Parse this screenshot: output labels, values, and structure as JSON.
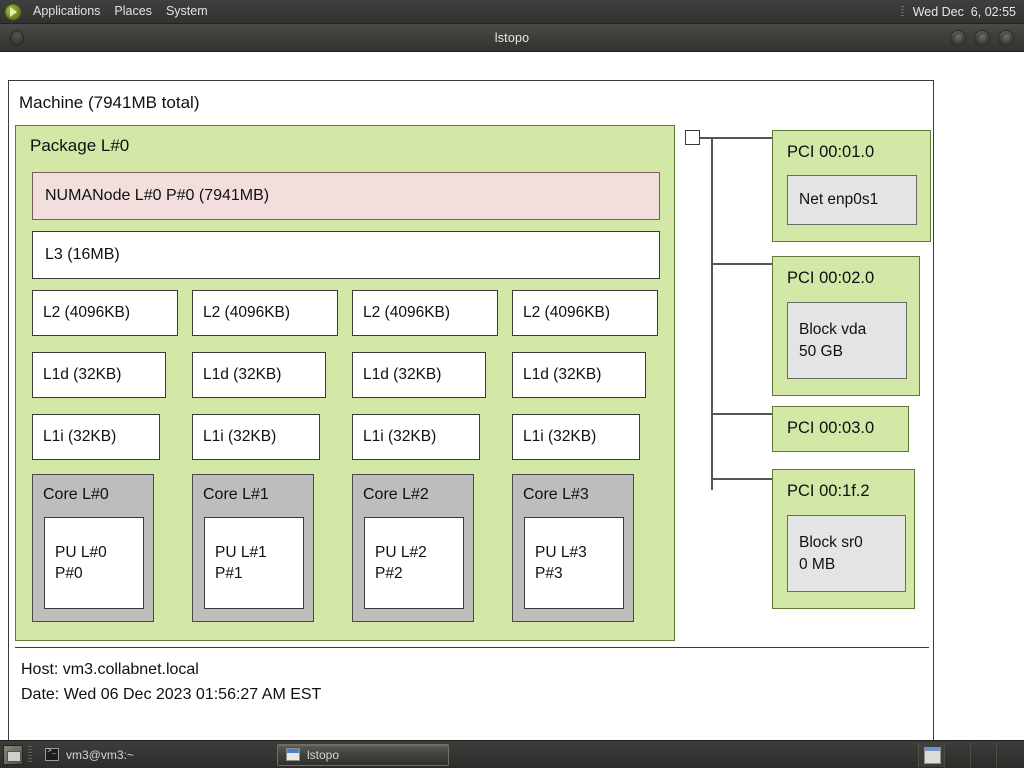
{
  "top_panel": {
    "logo_icon": "gnome-foot-icon",
    "menus": [
      "Applications",
      "Places",
      "System"
    ],
    "clock": "Wed Dec  6, 02:55"
  },
  "window": {
    "title": "lstopo",
    "buttons": [
      {
        "name": "minimize-button",
        "icon": "minimize-icon"
      },
      {
        "name": "maximize-button",
        "icon": "maximize-icon"
      },
      {
        "name": "close-button",
        "icon": "close-icon"
      }
    ]
  },
  "topology": {
    "machine_label": "Machine (7941MB total)",
    "package_label": "Package L#0",
    "numa_label": "NUMANode L#0 P#0 (7941MB)",
    "l3_label": "L3 (16MB)",
    "l2": [
      "L2 (4096KB)",
      "L2 (4096KB)",
      "L2 (4096KB)",
      "L2 (4096KB)"
    ],
    "l1d": [
      "L1d (32KB)",
      "L1d (32KB)",
      "L1d (32KB)",
      "L1d (32KB)"
    ],
    "l1i": [
      "L1i (32KB)",
      "L1i (32KB)",
      "L1i (32KB)",
      "L1i (32KB)"
    ],
    "cores": [
      {
        "label": "Core L#0",
        "pu": "PU L#0\nP#0"
      },
      {
        "label": "Core L#1",
        "pu": "PU L#1\nP#1"
      },
      {
        "label": "Core L#2",
        "pu": "PU L#2\nP#2"
      },
      {
        "label": "Core L#3",
        "pu": "PU L#3\nP#3"
      }
    ],
    "pci": [
      {
        "label": "PCI 00:01.0",
        "child": "Net enp0s1"
      },
      {
        "label": "PCI 00:02.0",
        "child": "Block vda\n50 GB"
      },
      {
        "label": "PCI 00:03.0",
        "child": null
      },
      {
        "label": "PCI 00:1f.2",
        "child": "Block sr0\n0 MB"
      }
    ],
    "footer": "Host: vm3.collabnet.local\nDate: Wed 06 Dec 2023 01:56:27 AM EST"
  },
  "taskbar": {
    "show_desktop_icon": "show-desktop-icon",
    "tasks": [
      {
        "label": "vm3@vm3:~",
        "icon": "terminal-icon",
        "active": false
      },
      {
        "label": "lstopo",
        "icon": "window-icon",
        "active": true
      }
    ]
  },
  "colors": {
    "package_green": "#d3e8a7",
    "numa_pink": "#f3dede",
    "core_gray": "#bdbdbd",
    "pci_child_gray": "#e4e4e4",
    "border_dark": "#3a3a3a",
    "panel_dark": "#393937"
  }
}
